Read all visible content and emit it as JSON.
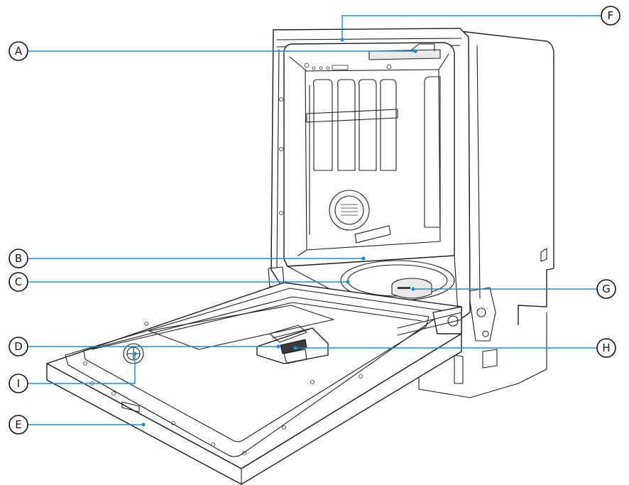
{
  "diagram": {
    "callouts": [
      {
        "letter": "A"
      },
      {
        "letter": "B"
      },
      {
        "letter": "C"
      },
      {
        "letter": "D"
      },
      {
        "letter": "E"
      },
      {
        "letter": "F"
      },
      {
        "letter": "G"
      },
      {
        "letter": "H"
      },
      {
        "letter": "I"
      }
    ]
  },
  "colors": {
    "callout_line": "#1a8fd0",
    "outline": "#1e1e1e"
  }
}
